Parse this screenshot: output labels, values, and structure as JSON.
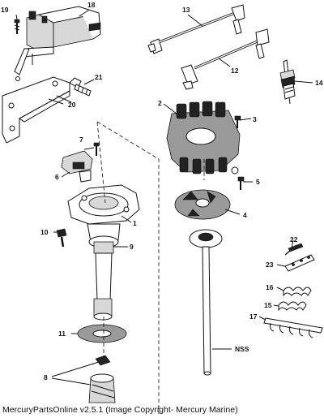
{
  "callouts": {
    "c1": "1",
    "c2": "2",
    "c3": "3",
    "c4": "4",
    "c5": "5",
    "c6": "6",
    "c7": "7",
    "c8": "8",
    "c9": "9",
    "c10": "10",
    "c11": "11",
    "c12": "12",
    "c13": "13",
    "c14": "14",
    "c15": "15",
    "c16": "16",
    "c17": "17",
    "c18": "18",
    "c19": "19",
    "c20": "20",
    "c21": "21",
    "c22": "22",
    "c23": "23",
    "nss": "NSS"
  },
  "footer": "MercuryPartsOnline v2.5.1 (Image Copyright- Mercury Marine)"
}
